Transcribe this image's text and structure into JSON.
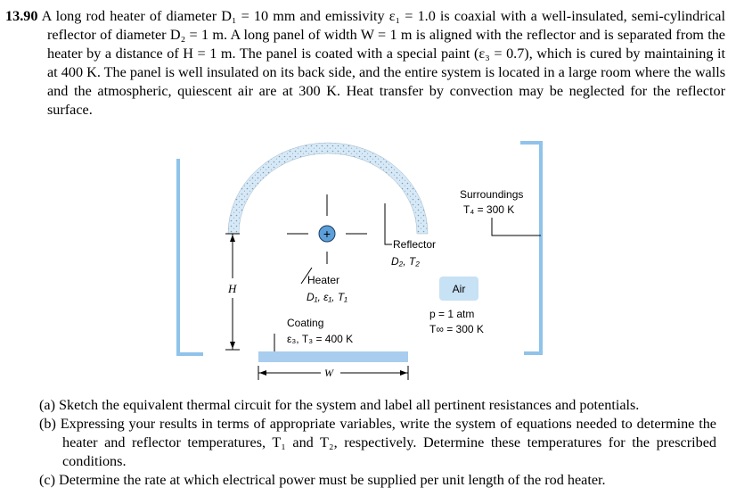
{
  "problem": {
    "number": "13.90",
    "text": "A long rod heater of diameter D₁ = 10 mm and emissivity ε₁ = 1.0 is coaxial with a well-insulated, semi-cylindrical reflector of diameter D₂ = 1 m. A long panel of width W = 1 m is aligned with the reflector and is separated from the heater by a distance of H = 1 m. The panel is coated with a special paint (ε₃ = 0.7), which is cured by maintaining it at 400 K. The panel is well insulated on its back side, and the entire system is located in a large room where the walls and the atmospheric, quiescent air are at 300 K. Heat transfer by convection may be neglected for the reflector surface."
  },
  "figure": {
    "surroundings_label": "Surroundings",
    "surroundings_temp": "T₄ = 300 K",
    "reflector_label": "Reflector",
    "reflector_props": "D₂, T₂",
    "heater_label": "Heater",
    "heater_props": "D₁, ε₁, T₁",
    "air_label": "Air",
    "air_pressure": "p = 1 atm",
    "air_temp": "T∞ = 300 K",
    "coating_label": "Coating",
    "coating_props": "ε₃, T₃ = 400 K",
    "h_label": "H",
    "w_label": "W",
    "heater_symbol": "+"
  },
  "parts": [
    "(a) Sketch the equivalent thermal circuit for the system and label all pertinent resistances and potentials.",
    "(b) Expressing your results in terms of appropriate variables, write the system of equations needed to determine the heater and reflector temperatures, T₁ and T₂, respectively. Determine these temperatures for the prescribed conditions.",
    "(c) Determine the rate at which electrical power must be supplied per unit length of the rod heater."
  ]
}
